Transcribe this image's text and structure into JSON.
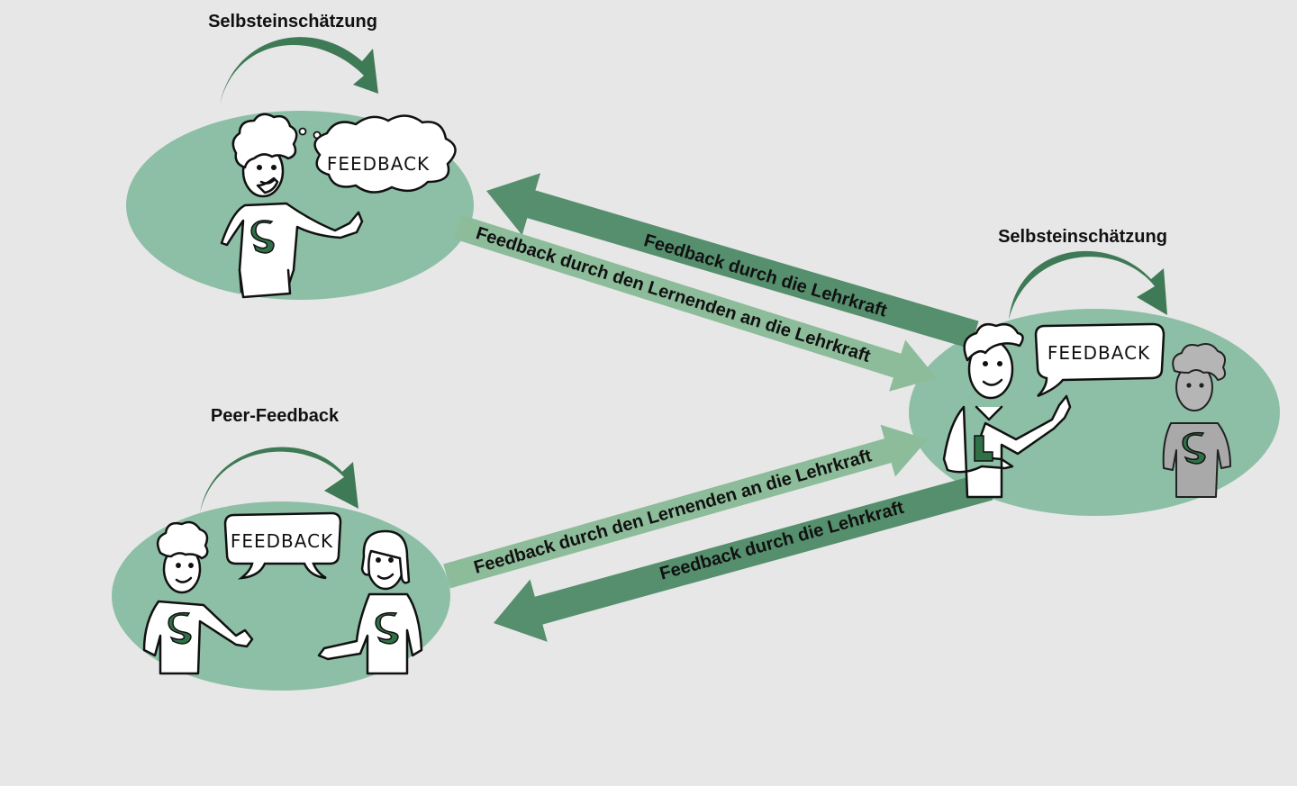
{
  "colors": {
    "background": "#e7e7e7",
    "ellipse_fill": "#8dbfa6",
    "dark_arrow": "#558f6d",
    "light_arrow": "#8dbc9a",
    "curved_arrow": "#3e7a55",
    "shirt_letter": "#2f7047",
    "outline": "#111111"
  },
  "groups": [
    {
      "id": "self-assessment-student",
      "title": "Selbsteinschätzung",
      "bubble_type": "thought-cloud",
      "bubble_text": "FEEDBACK",
      "figures": [
        {
          "role": "student",
          "shirt_letter": "S",
          "pose": "thinking"
        }
      ]
    },
    {
      "id": "teacher-group",
      "title": "Selbsteinschätzung",
      "bubble_type": "speech",
      "bubble_text": "FEEDBACK",
      "figures": [
        {
          "role": "teacher",
          "shirt_letter": "L",
          "pose": "waving"
        },
        {
          "role": "student",
          "shirt_letter": "S",
          "pose": "listening",
          "greyed": true
        }
      ]
    },
    {
      "id": "peer-group",
      "title": "Peer-Feedback",
      "bubble_type": "double-speech",
      "bubble_text": "FEEDBACK",
      "figures": [
        {
          "role": "student",
          "shirt_letter": "S",
          "pose": "thumbs-up"
        },
        {
          "role": "student",
          "shirt_letter": "S",
          "pose": "gesturing"
        }
      ]
    }
  ],
  "arrows": [
    {
      "id": "teacher-to-self",
      "label": "Feedback durch die Lehrkraft",
      "from": "teacher-group",
      "to": "self-assessment-student",
      "style": "dark"
    },
    {
      "id": "self-to-teacher",
      "label": "Feedback durch den Lernenden an die Lehrkraft",
      "from": "self-assessment-student",
      "to": "teacher-group",
      "style": "light"
    },
    {
      "id": "peer-to-teacher",
      "label": "Feedback durch den Lernenden an die Lehrkraft",
      "from": "peer-group",
      "to": "teacher-group",
      "style": "light"
    },
    {
      "id": "teacher-to-peer",
      "label": "Feedback durch die Lehrkraft",
      "from": "teacher-group",
      "to": "peer-group",
      "style": "dark"
    }
  ]
}
